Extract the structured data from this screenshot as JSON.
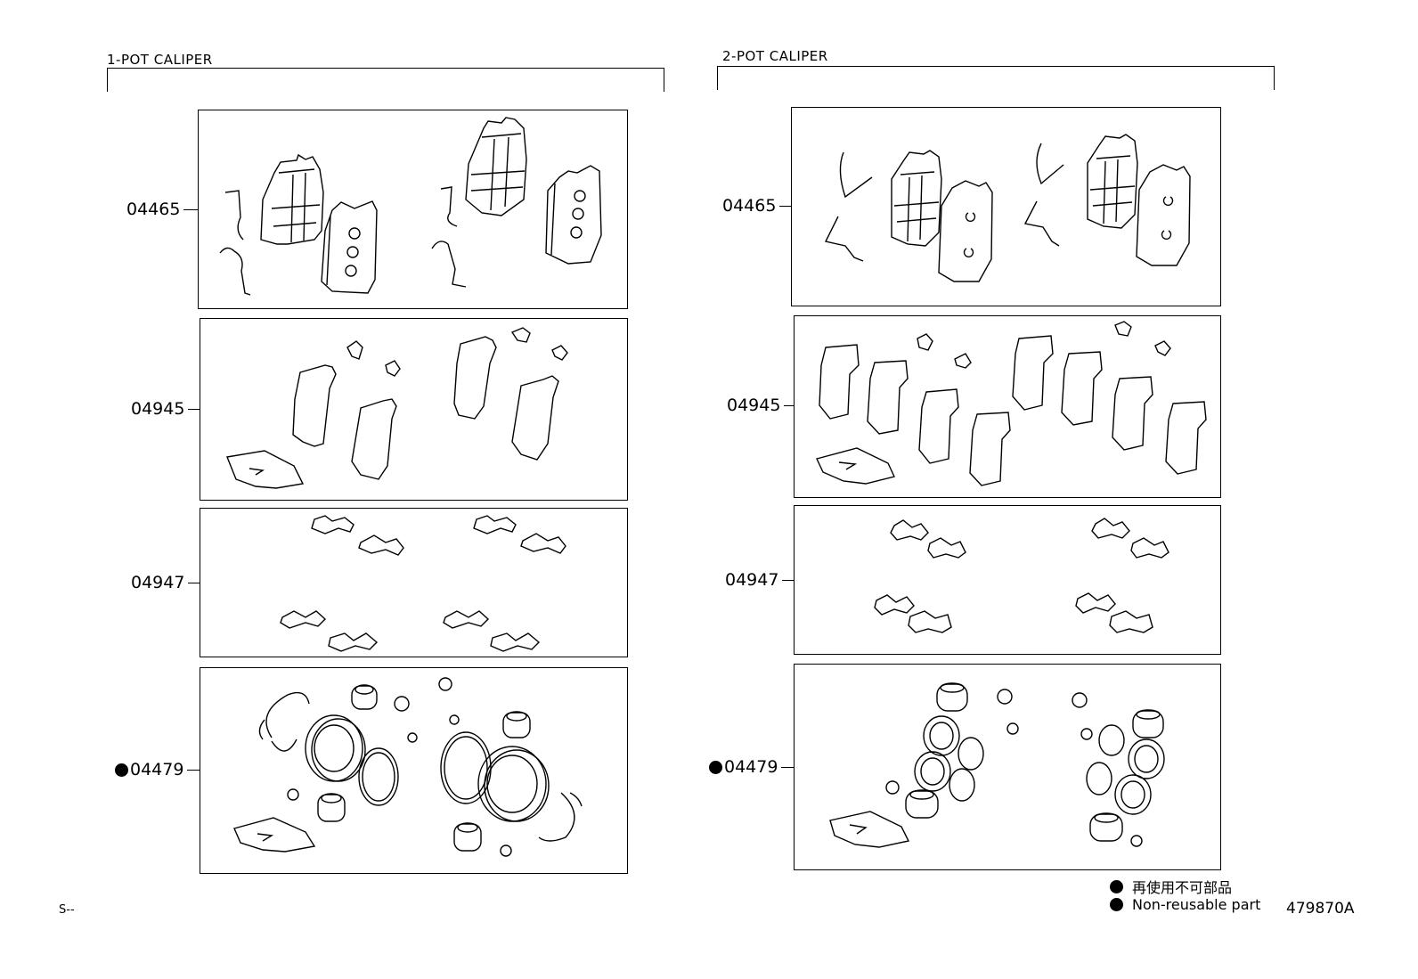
{
  "sections": [
    {
      "id": "left",
      "title": "1-POT CALIPER",
      "parts": [
        {
          "part_number": "04465",
          "non_reusable": false
        },
        {
          "part_number": "04945",
          "non_reusable": false
        },
        {
          "part_number": "04947",
          "non_reusable": false
        },
        {
          "part_number": "04479",
          "non_reusable": true
        }
      ]
    },
    {
      "id": "right",
      "title": "2-POT CALIPER",
      "parts": [
        {
          "part_number": "04465",
          "non_reusable": false
        },
        {
          "part_number": "04945",
          "non_reusable": false
        },
        {
          "part_number": "04947",
          "non_reusable": false
        },
        {
          "part_number": "04479",
          "non_reusable": true
        }
      ]
    }
  ],
  "legend": {
    "japanese": "再使用不可部品",
    "english": "Non-reusable part"
  },
  "drawing_code": "479870A",
  "corner_mark": "S--"
}
